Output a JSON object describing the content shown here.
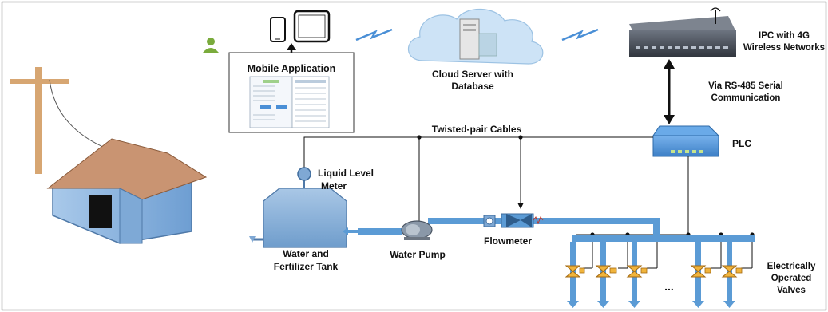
{
  "labels": {
    "mobile_app": "Mobile Application",
    "cloud_line1": "Cloud Server with",
    "cloud_line2": "Database",
    "ipc_line1": "IPC with 4G",
    "ipc_line2": "Wireless Networks",
    "rs485_line1": "Via RS-485 Serial",
    "rs485_line2": "Communication",
    "twisted": "Twisted-pair Cables",
    "plc": "PLC",
    "liquid_line1": "Liquid Level",
    "liquid_line2": "Meter",
    "tank_line1": "Water and",
    "tank_line2": "Fertilizer Tank",
    "pump": "Water Pump",
    "flowmeter": "Flowmeter",
    "valves_line1": "Electrically",
    "valves_line2": "Operated",
    "valves_line3": "Valves",
    "ellipsis": "..."
  },
  "colors": {
    "pipe": "#5b9bd5",
    "pipe_dark": "#41719c",
    "tank": "#8fb4d9",
    "plc": "#4a8fd6",
    "house_wall": "#8eb6e0",
    "roof": "#c98e66",
    "pole": "#d4a373",
    "valve": "#f0b43c",
    "user": "#7aab3c"
  },
  "icons": [
    "smartphone-icon",
    "tablet-icon",
    "user-icon",
    "cloud-icon",
    "server-icon",
    "antenna-icon",
    "lightning-icon"
  ]
}
